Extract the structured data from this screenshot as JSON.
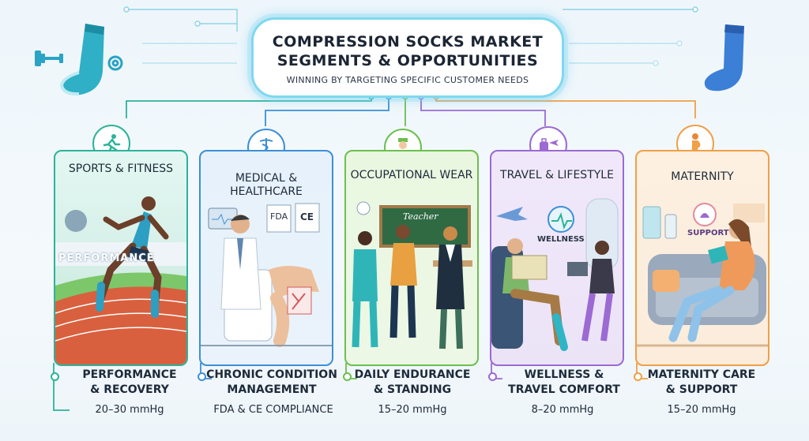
{
  "header": {
    "title_line1": "COMPRESSION SOCKS MARKET",
    "title_line2": "SEGMENTS & OPPORTUNITIES",
    "subtitle": "WINNING BY TARGETING SPECIFIC CUSTOMER NEEDS"
  },
  "segments": [
    {
      "title": "SPORTS & FITNESS",
      "scene_text": "PERFORMANCE",
      "bottom_title_line1": "PERFORMANCE",
      "bottom_title_line2": "& RECOVERY",
      "value": "20–30 mmHg",
      "color": "#2bb39a",
      "icon": "runner-icon"
    },
    {
      "title": "MEDICAL & HEALTHCARE",
      "scene_fda": "FDA",
      "scene_ce": "CE",
      "bottom_title_line1": "CHRONIC CONDITION",
      "bottom_title_line2": "MANAGEMENT",
      "value": "FDA & CE COMPLIANCE",
      "color": "#3d8fd6",
      "icon": "caduceus-icon"
    },
    {
      "title": "OCCUPATIONAL WEAR",
      "scene_text": "Teacher",
      "bottom_title_line1": "DAILY ENDURANCE",
      "bottom_title_line2": "& STANDING",
      "value": "15–20 mmHg",
      "color": "#6cbf4f",
      "icon": "nurse-icon"
    },
    {
      "title": "TRAVEL & LIFESTYLE",
      "scene_text": "WELLNESS",
      "bottom_title_line1": "WELLNESS &",
      "bottom_title_line2": "TRAVEL COMFORT",
      "value": "8–20 mmHg",
      "color": "#9b6ad3",
      "icon": "luggage-plane-icon"
    },
    {
      "title": "MATERNITY",
      "scene_text": "SUPPORT",
      "bottom_title_line1": "MATERNITY CARE",
      "bottom_title_line2": "& SUPPORT",
      "value": "15–20 mmHg",
      "color": "#f0a046",
      "icon": "pregnant-woman-icon"
    }
  ]
}
